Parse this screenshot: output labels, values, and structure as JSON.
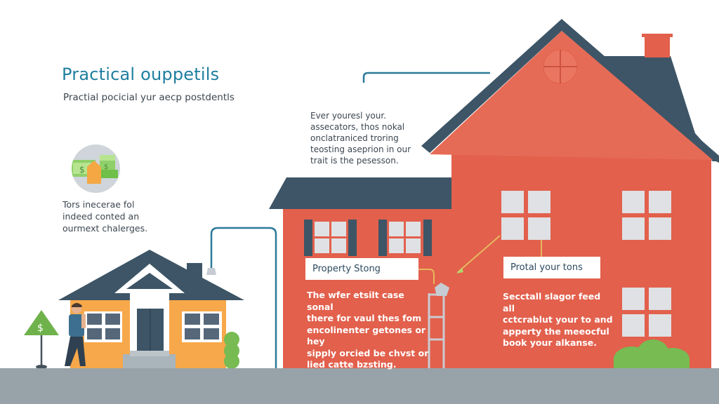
{
  "header": {
    "title": "Practical ouppetils",
    "subtitle": "Practial pocicial yur aecp postdentls"
  },
  "left_panel": {
    "icon": "money-house-icon",
    "text_lines": [
      "Tors inecerae fol",
      "indeed conted an",
      "ourmext chalerges."
    ]
  },
  "middle_note": {
    "text_lines": [
      "Ever youresl your.",
      "assecators, thos nokal",
      "onclatraniced troring",
      "teosting aseprion in our",
      "trait is the pesesson."
    ]
  },
  "callouts": [
    {
      "label": "Property Stong",
      "text_lines": [
        "The wfer etsilt case sonal",
        "there for vaul thes fom",
        "encolinenter getones or hey",
        "sipply orcied be chvst or",
        "lied catte bzsting."
      ]
    },
    {
      "label": "Protal your tons",
      "text_lines": [
        "Secctall slagor feed all",
        "cctcrablut your to and",
        "apperty the meeocful",
        "book your alkanse."
      ]
    }
  ],
  "icons": {
    "sign": "dollar-sign-icon",
    "person": "person-icon",
    "small_house": "small-house-icon",
    "big_house": "large-house-icon",
    "ladder": "ladder-icon",
    "shrub": "shrub-icon"
  },
  "colors": {
    "title": "#1f7ea0",
    "roof": "#3d5566",
    "brick": "#e2604c",
    "small_house": "#f7a84a",
    "shrub": "#77bb52",
    "ground": "#97a3a9",
    "connector": "#2c7a9a"
  }
}
